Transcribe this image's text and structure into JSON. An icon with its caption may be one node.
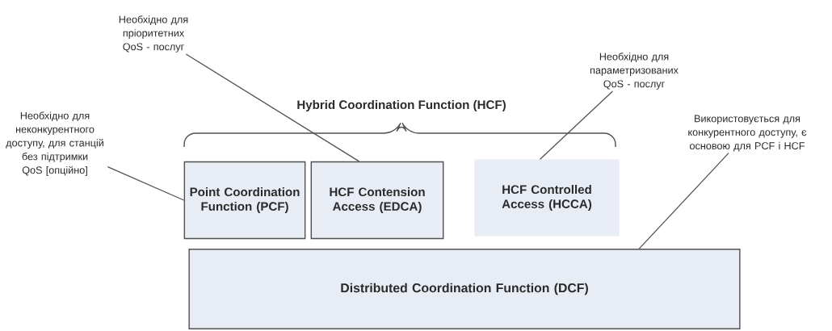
{
  "diagram": {
    "nodes": [
      {
        "text": [
          "Необхідно для неконкурентного доступу, для станцій без підтримки QoS [опційно]"
        ]
      },
      {
        "text": [
          "Необхідно для пріоритетних QoS - послуг"
        ]
      },
      {
        "text": [
          "Необхідно для параметризованих QoS - послуг"
        ]
      },
      {
        "text": [
          "Використовується для конкурентного доступу, є основою для PCF і HCF"
        ]
      },
      {
        "text": [
          "Point Coordination Function (PCF)"
        ]
      },
      {
        "text": [
          "HCF Contension Access (EDCA)"
        ]
      },
      {
        "text": [
          "HCF Controlled Access (HCCA)"
        ]
      },
      {
        "text": [
          "Distributed Coordination Function (DCF)"
        ]
      }
    ],
    "edges": [
      {
        "from": 0,
        "to": 4,
        "arrow": "none"
      },
      {
        "from": 1,
        "to": 5,
        "arrow": "none"
      },
      {
        "from": 2,
        "to": 6,
        "arrow": "none"
      },
      {
        "from": 3,
        "to": 7,
        "arrow": "none"
      }
    ],
    "labels": [
      "Hybrid Coordination Function (HCF)"
    ]
  }
}
